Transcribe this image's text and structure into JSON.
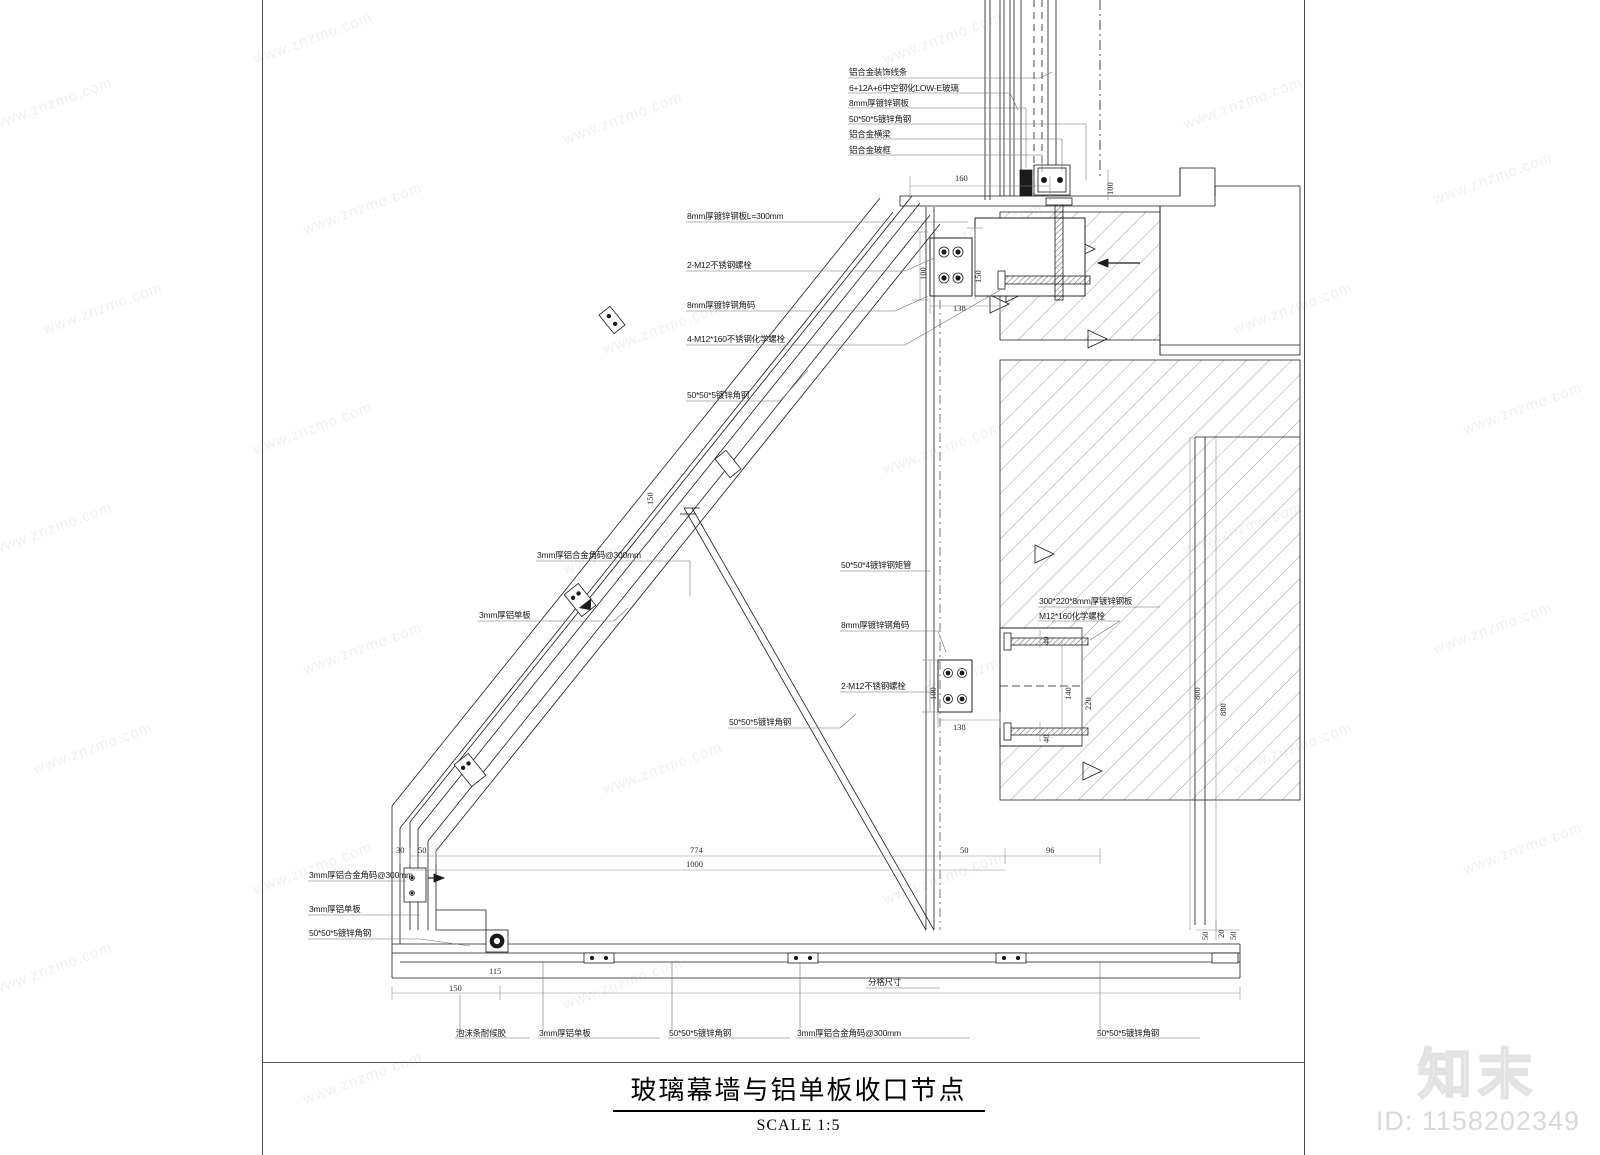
{
  "document": {
    "title": "玻璃幕墙与铝单板收口节点",
    "scale": "SCALE  1:5",
    "watermark_text": "www.znzmo.com",
    "logo_text": "知末",
    "logo_id": "ID: 1158202349"
  },
  "callouts": {
    "top_stack": [
      "铝合金装饰线条",
      "6+12A+6中空钢化LOW-E玻璃",
      "8mm厚镀锌钢板",
      "50*50*5镀锌角钢",
      "铝合金横梁",
      "铝合金玻框"
    ],
    "left_upper": [
      "8mm厚镀锌钢板L=300mm",
      "2-M12不锈钢螺栓",
      "8mm厚镀锌钢角码",
      "4-M12*160不锈钢化学螺栓",
      "50*50*5镀锌角钢"
    ],
    "left_mid": [
      "3mm厚铝合金角码@300mm",
      "3mm厚铝单板"
    ],
    "center": [
      "50*50*4镀锌钢矩管",
      "8mm厚镀锌钢角码",
      "2-M12不锈钢螺栓",
      "50*50*5镀锌角钢"
    ],
    "right_mid": [
      "300*220*8mm厚镀锌钢板",
      "M12*160化学螺栓"
    ],
    "left_lower": [
      "3mm厚铝合金角码@300mm",
      "3mm厚铝单板",
      "50*50*5镀锌角钢"
    ],
    "bottom_row": [
      "泡沫条耐候胶",
      "3mm厚铝单板",
      "50*50*5镀锌角钢",
      "3mm厚铝合金角码@300mm",
      "50*50*5镀锌角钢"
    ],
    "bottom_note": "分格尺寸"
  },
  "dimensions": {
    "d_160": "160",
    "d_100_top": "100",
    "d_100_a": "100",
    "d_150": "150",
    "d_138_a": "138",
    "d_138_b": "138",
    "d_150_slope": "150",
    "d_40_a": "40",
    "d_140": "140",
    "d_220": "220",
    "d_100_b": "100",
    "d_40_b": "40",
    "d_800": "800",
    "d_880": "880",
    "d_774": "774",
    "d_1000": "1000",
    "d_50_a": "50",
    "d_96": "96",
    "d_30": "30",
    "d_50_b": "50",
    "d_50_c": "50",
    "d_20": "20",
    "d_50_d": "50",
    "d_150_bot": "150",
    "d_115": "115"
  },
  "colors": {
    "line": "#1a1a1a",
    "thin_line": "#555555",
    "hatch": "#666666",
    "watermark": "#f0f0f0",
    "paper": "#ffffff"
  }
}
